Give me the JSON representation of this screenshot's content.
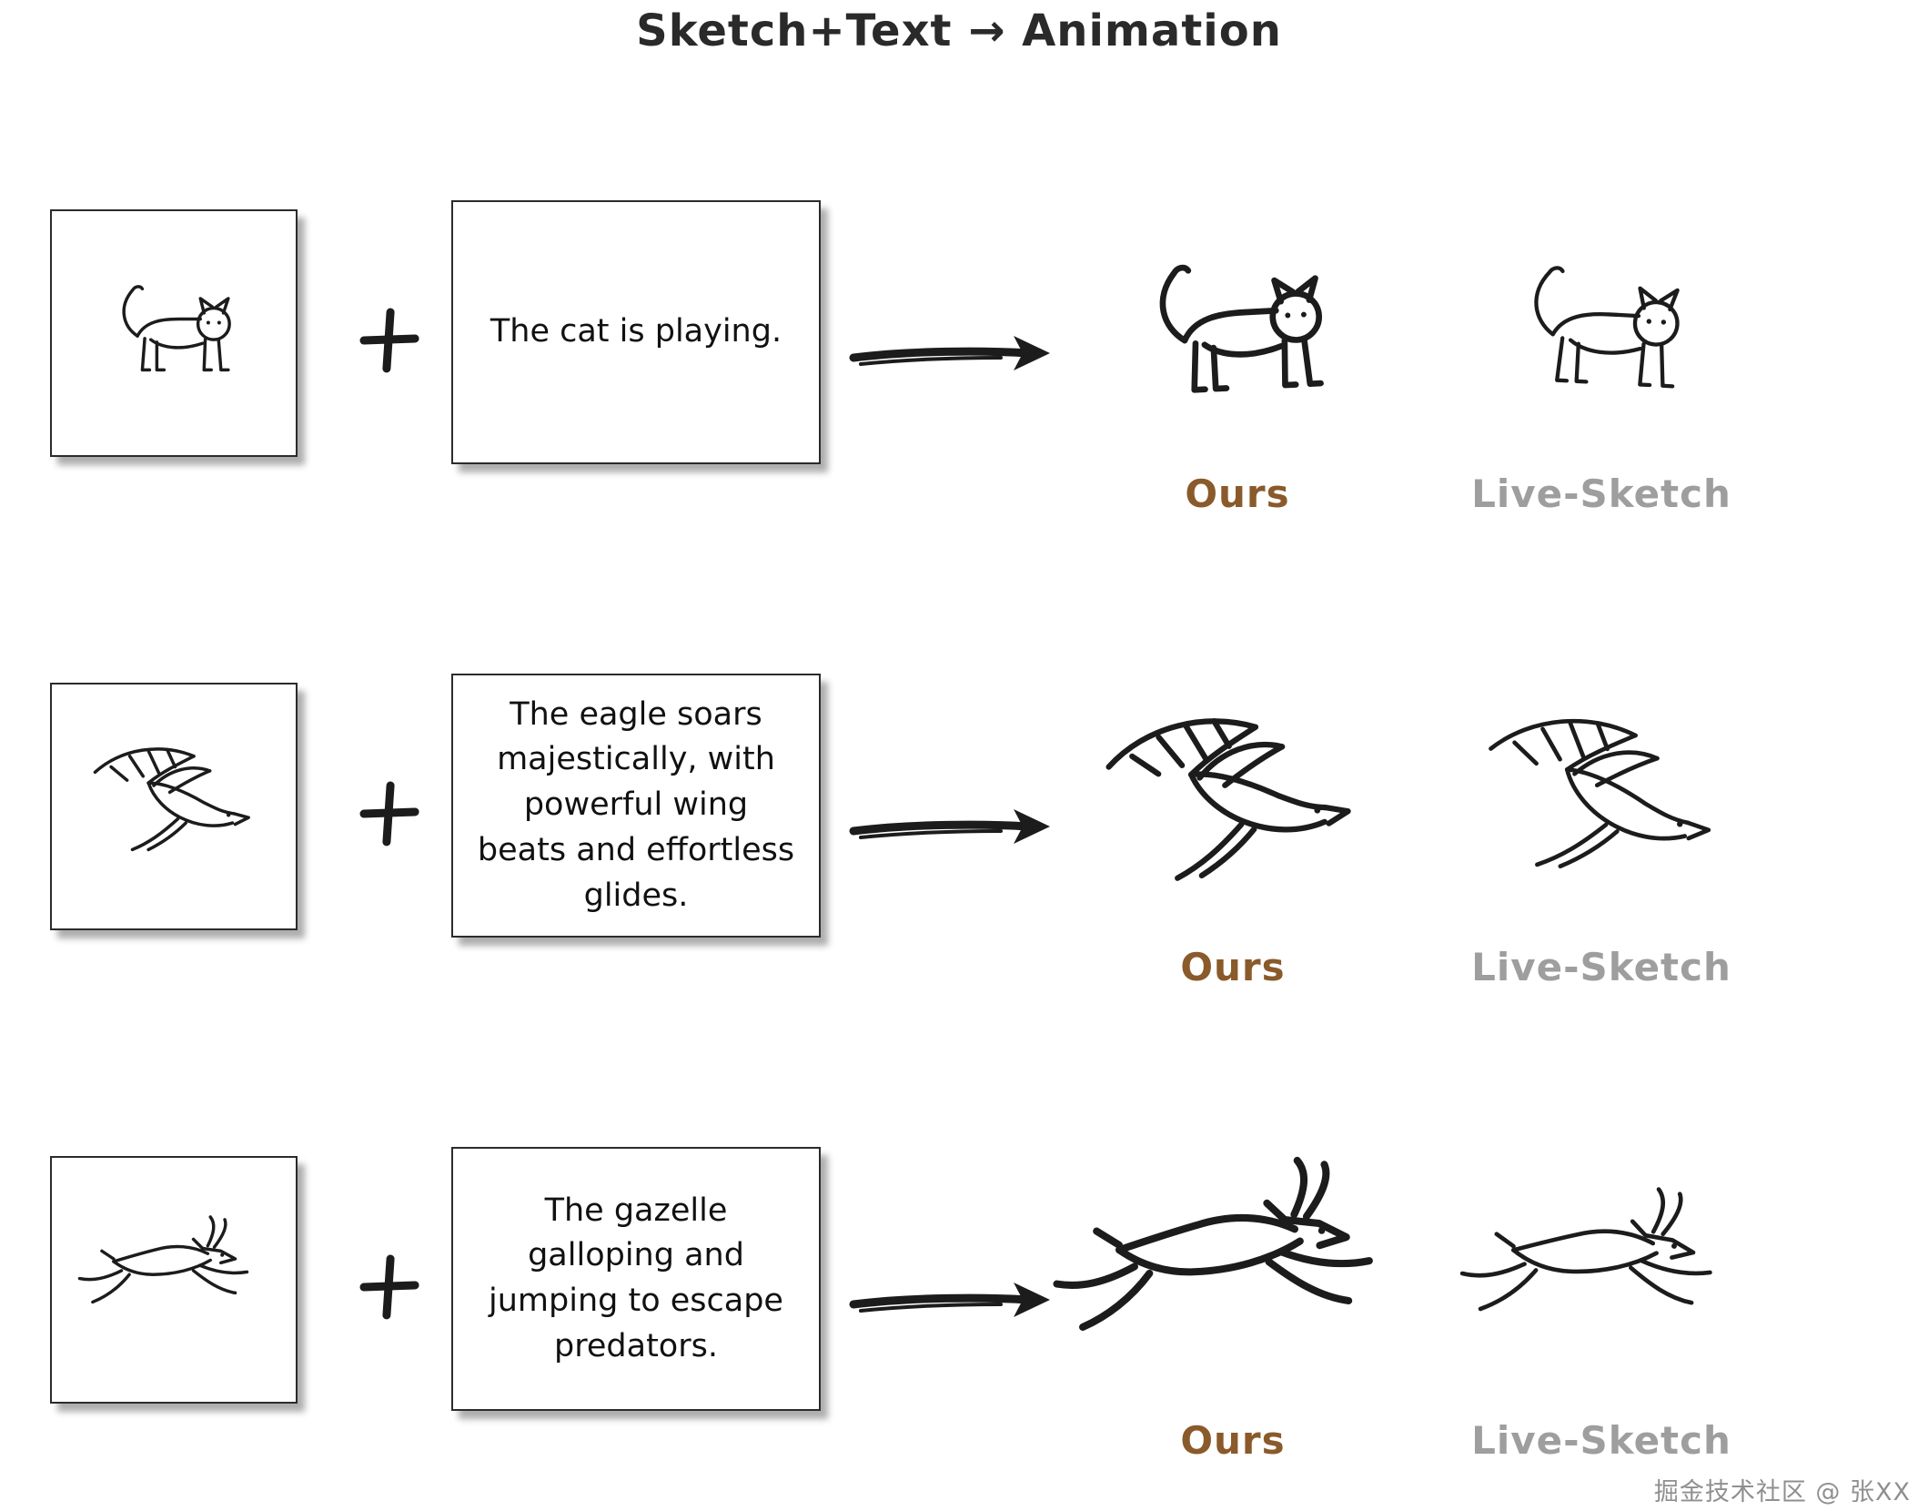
{
  "title": "Sketch+Text → Animation",
  "labels": {
    "ours": "Ours",
    "live_sketch": "Live-Sketch"
  },
  "colors": {
    "ink": "#1c1c1c",
    "ours_label": "#8a5a2b",
    "live_sketch_label": "#9e9e9e",
    "background": "#ffffff"
  },
  "rows": [
    {
      "animal": "cat",
      "prompt": "The cat is playing."
    },
    {
      "animal": "eagle",
      "prompt": "The eagle soars majestically, with powerful wing beats and effortless glides."
    },
    {
      "animal": "gazelle",
      "prompt": "The gazelle galloping and jumping to escape predators."
    }
  ],
  "watermark": "掘金技术社区 @ 张XX"
}
